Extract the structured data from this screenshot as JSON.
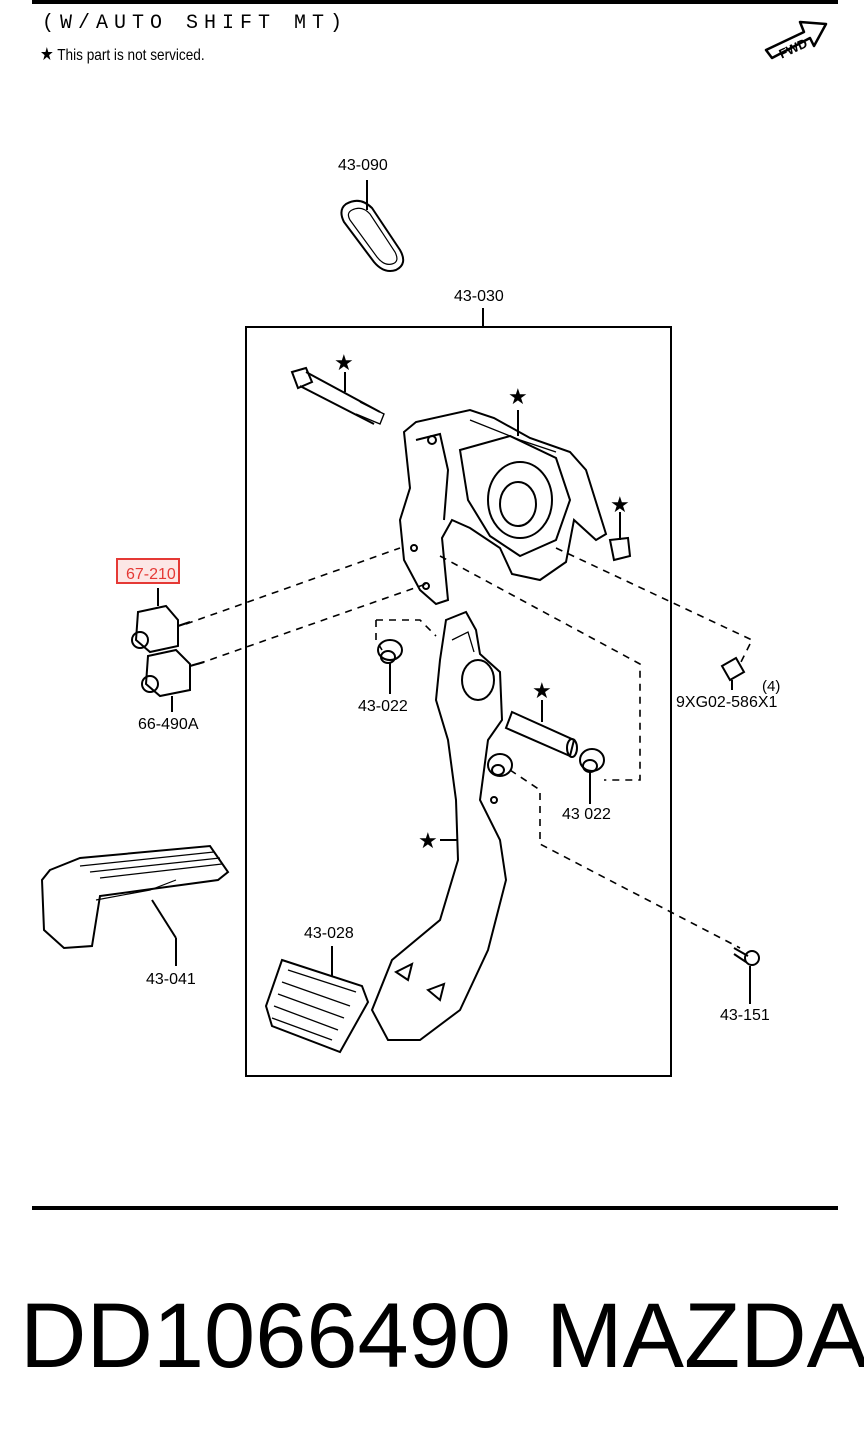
{
  "header": {
    "title": "(W/AUTO SHIFT MT)",
    "note_star": "★",
    "note": "This part is not serviced.",
    "fwd_label": "FWD"
  },
  "parts": {
    "p43_090": "43-090",
    "p43_030": "43-030",
    "p67_210": "67-210",
    "p66_490a": "66-490A",
    "p43_022_left": "43-022",
    "p9xg02": "9XG02-586X1",
    "p9xg02_qty": "(4)",
    "p43_022_right": "43 022",
    "p43_041": "43-041",
    "p43_028": "43-028",
    "p43_151": "43-151"
  },
  "footer": {
    "part_number": "DD1066490",
    "brand": "MAZDA"
  },
  "colors": {
    "line": "#000000",
    "highlight": "#e53935"
  }
}
